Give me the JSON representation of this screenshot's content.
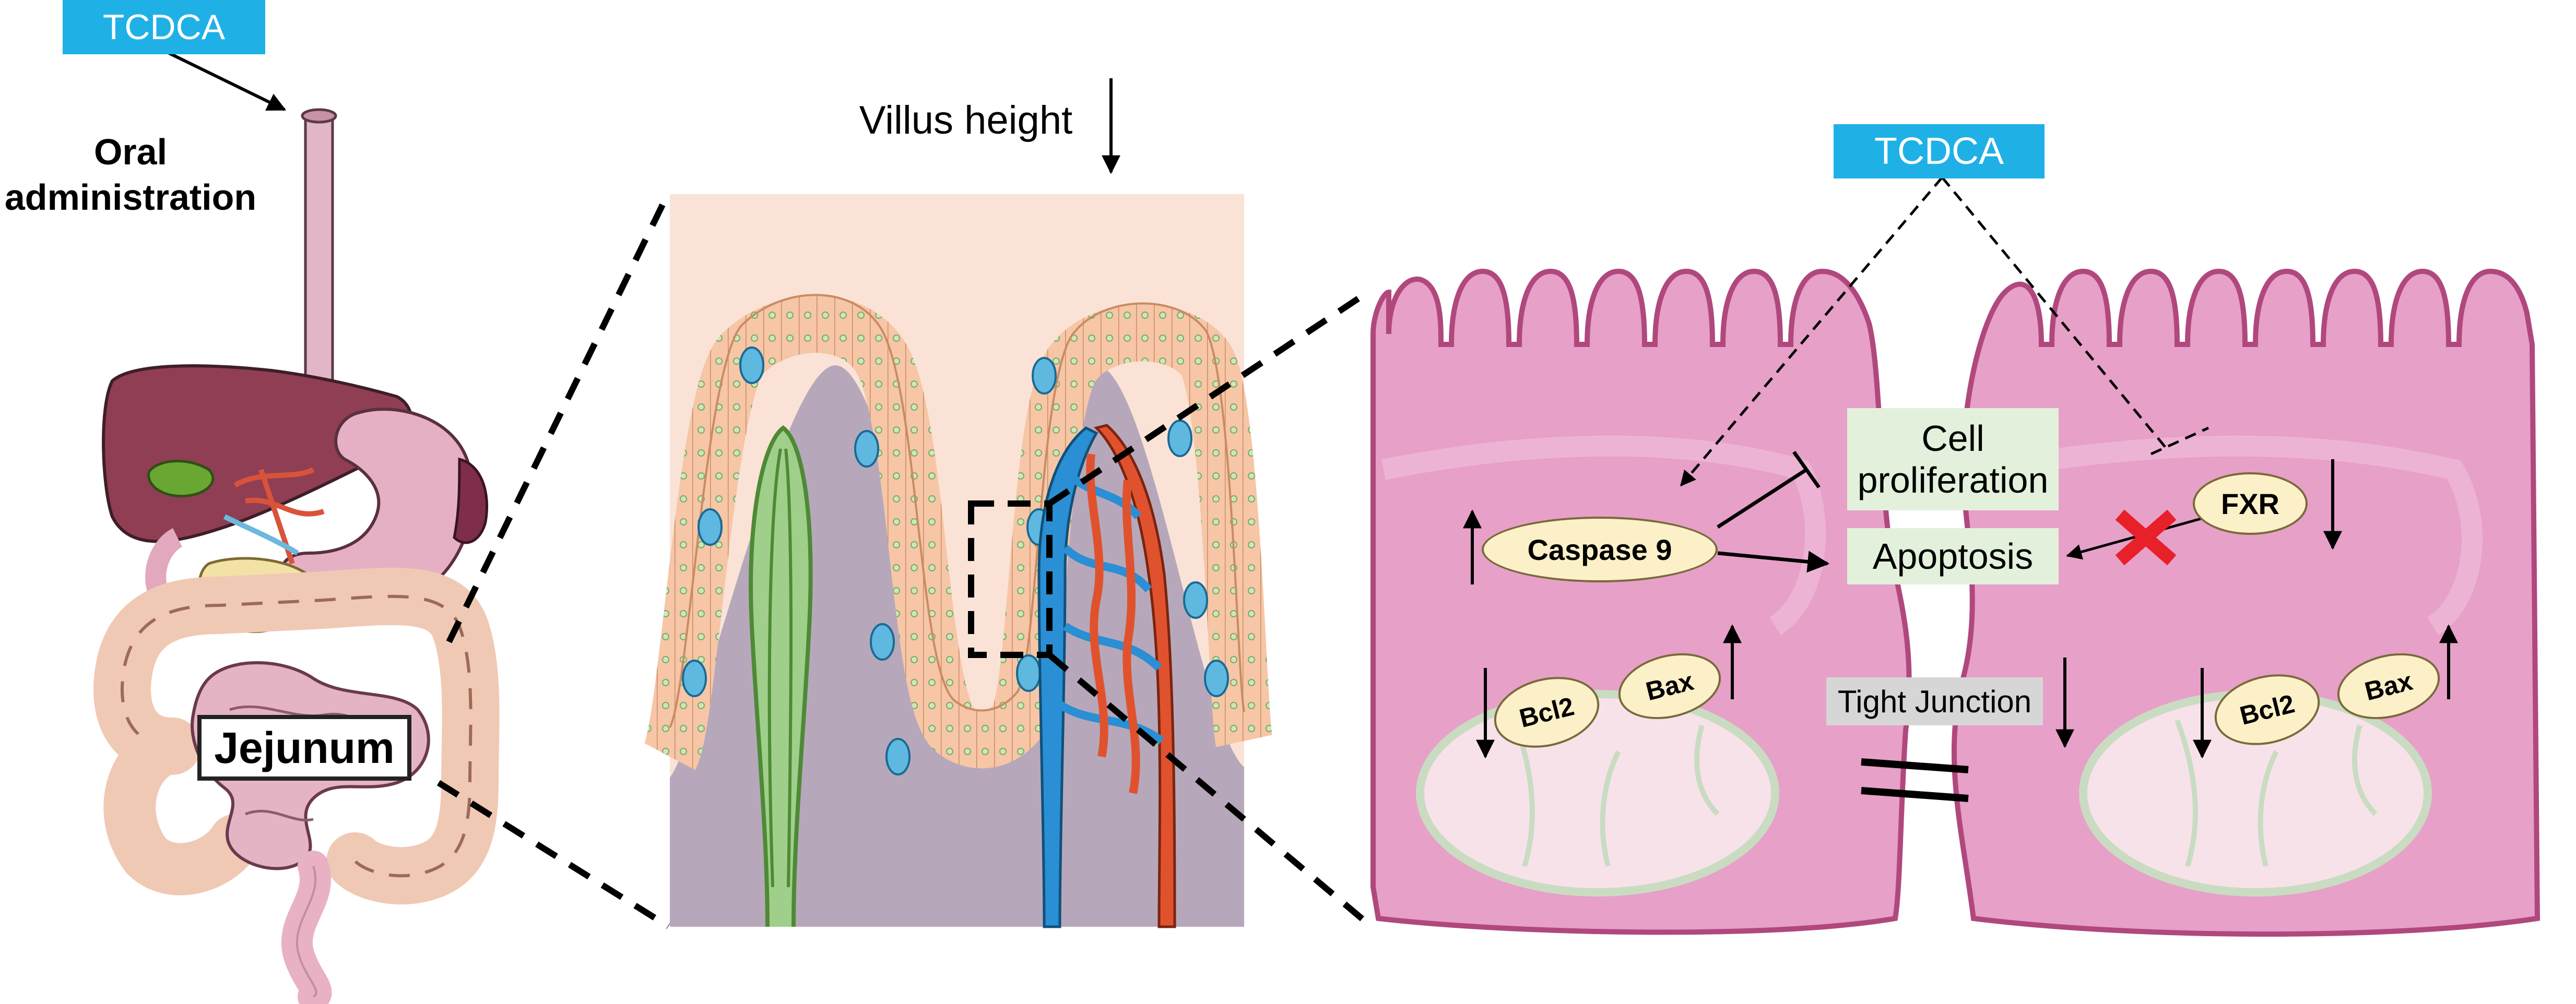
{
  "labels": {
    "tcdca_left": "TCDCA",
    "oral_administration": "Oral administration",
    "jejunum": "Jejunum",
    "villus_height": "Villus height",
    "tcdca_right": "TCDCA",
    "cell_proliferation": "Cell proliferation",
    "apoptosis": "Apoptosis",
    "caspase9": "Caspase 9",
    "fxr": "FXR",
    "bcl2_left": "Bcl2",
    "bax_left": "Bax",
    "bcl2_right": "Bcl2",
    "bax_right": "Bax",
    "tight_junction": "Tight Junction"
  },
  "colors": {
    "tcdca_box": "#1fb0e6",
    "cell_pink": "#e7a0c8",
    "cell_border": "#b0487e",
    "green_box": "#e3f1dc",
    "oval_fill": "#fbf0c8",
    "blocked_x": "#e8202a"
  }
}
